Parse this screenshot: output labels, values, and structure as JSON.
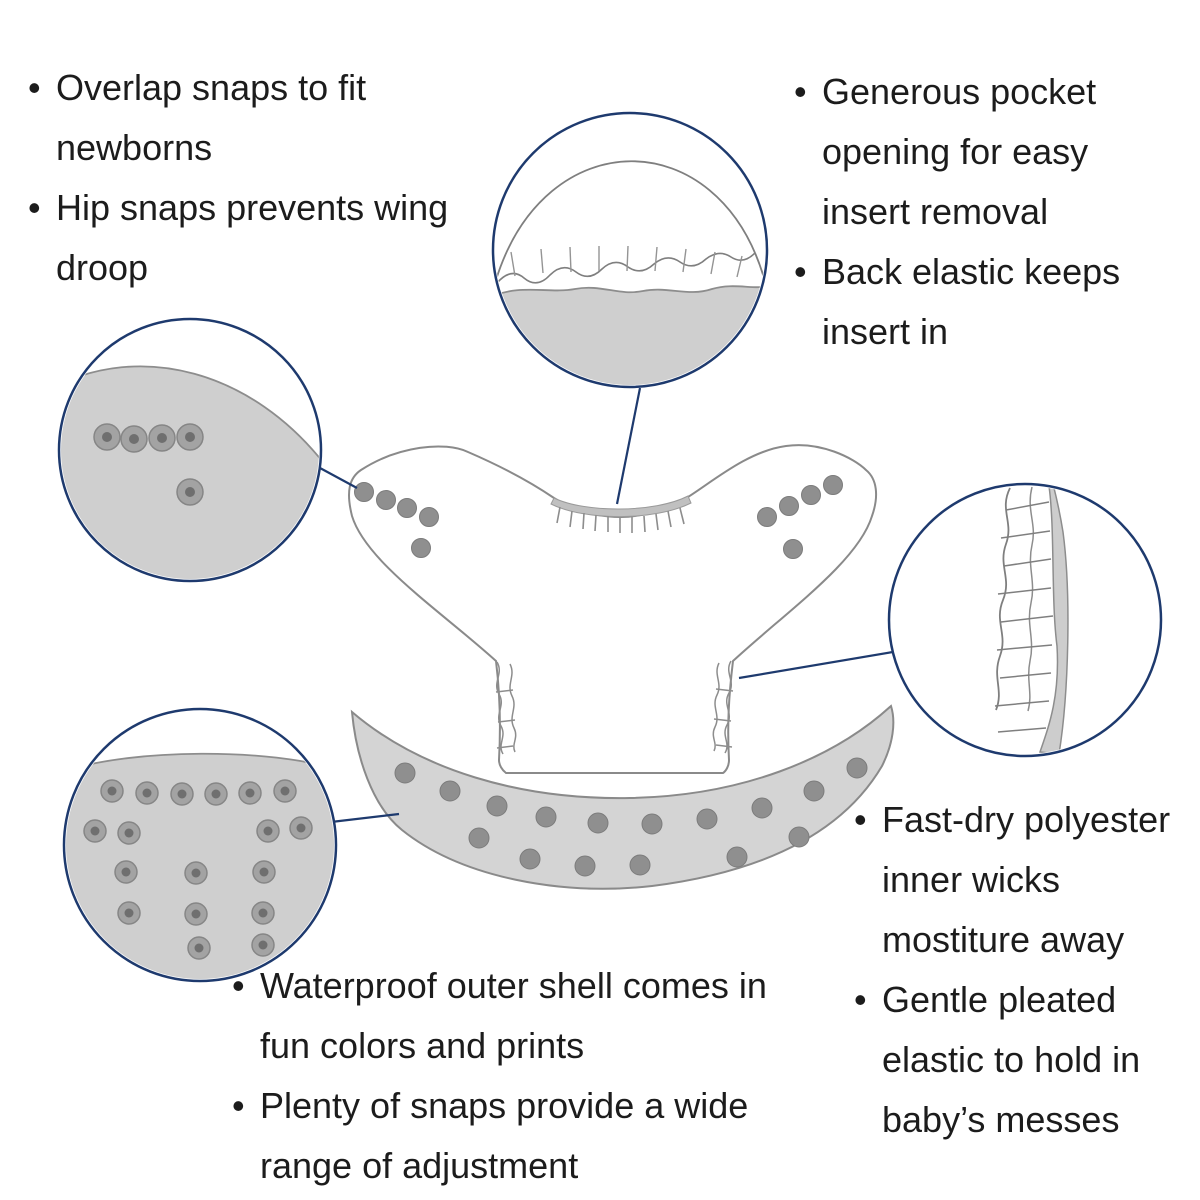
{
  "bullet": "•",
  "colors": {
    "accent_navy": "#1e3a6e",
    "illustration_outline": "#8a8a8a",
    "fabric_gray": "#d4d4d4",
    "detail_fabric_gray": "#cfcfcf",
    "snap_gray": "#8f8f8f",
    "text": "#1c1c1c",
    "background": "#ffffff"
  },
  "annotations": {
    "top_left": {
      "items": [
        "Overlap snaps to fit newborns",
        "Hip snaps prevents wing droop"
      ]
    },
    "top_right": {
      "items": [
        "Generous pocket opening for easy insert removal",
        "Back elastic keeps insert in"
      ]
    },
    "bottom_center": {
      "items": [
        "Waterproof outer shell comes in fun colors and prints",
        "Plenty of snaps provide a wide range of adjustment"
      ]
    },
    "bottom_right": {
      "items": [
        "Fast-dry polyester inner wicks mostiture away",
        "Gentle pleated elastic to hold in baby’s messes"
      ]
    }
  },
  "illustration": {
    "subject": "pocket cloth diaper",
    "detail_views": [
      "pocket-opening-detail",
      "wing-snaps-detail",
      "pleated-elastic-detail",
      "shell-snaps-detail"
    ]
  }
}
